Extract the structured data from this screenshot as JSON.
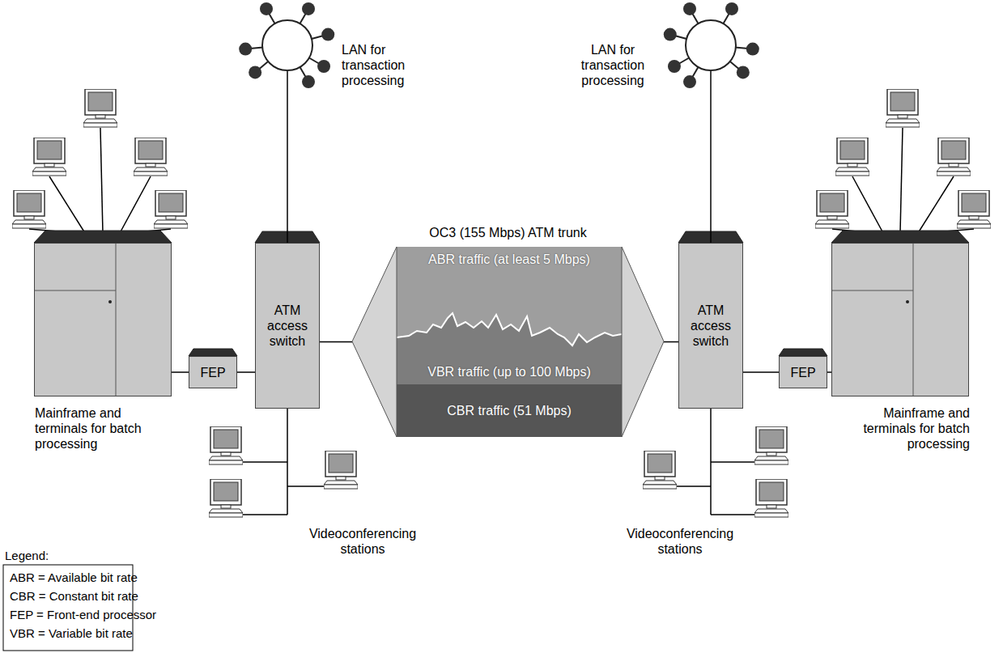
{
  "diagram": {
    "nodes": [
      {
        "text": [
          "LAN for transaction processing"
        ]
      },
      {
        "text": [
          "LAN for transaction processing"
        ]
      },
      {
        "text": [
          "OC3 (155 Mbps) ATM trunk"
        ]
      },
      {
        "text": [
          "ABR traffic (at least 5 Mbps)"
        ],
        "in": 2
      },
      {
        "text": [
          "VBR traffic (up to 100 Mbps)"
        ],
        "in": 2
      },
      {
        "text": [
          "CBR traffic (51 Mbps)"
        ],
        "in": 2
      },
      {
        "text": [
          "Mainframe and terminals for batch processing"
        ]
      },
      {
        "text": [
          "FEP"
        ]
      },
      {
        "text": [
          "ATM access switch"
        ]
      },
      {
        "text": [
          "ATM access switch"
        ]
      },
      {
        "text": [
          "FEP"
        ]
      },
      {
        "text": [
          "Mainframe and terminals for batch processing"
        ]
      },
      {
        "text": [
          "Videoconferencing stations"
        ]
      },
      {
        "text": [
          "Videoconferencing stations"
        ]
      }
    ],
    "edges": [
      {
        "from": 6,
        "to": 7,
        "arrow": "none"
      },
      {
        "from": 7,
        "to": 8,
        "arrow": "none"
      },
      {
        "from": 8,
        "to": 0,
        "arrow": "none"
      },
      {
        "from": 8,
        "to": 2,
        "arrow": "none"
      },
      {
        "from": 8,
        "to": 12,
        "arrow": "none"
      },
      {
        "from": 2,
        "to": 9,
        "arrow": "none"
      },
      {
        "from": 9,
        "to": 1,
        "arrow": "none"
      },
      {
        "from": 9,
        "to": 10,
        "arrow": "none"
      },
      {
        "from": 10,
        "to": 11,
        "arrow": "none"
      },
      {
        "from": 9,
        "to": 13,
        "arrow": "none"
      }
    ],
    "labels": [
      "Legend:"
    ],
    "legend": [
      {
        "text": "ABR = Available bit rate"
      },
      {
        "text": "CBR = Constant bit rate"
      },
      {
        "text": "FEP = Front-end processor"
      },
      {
        "text": "VBR = Variable bit rate"
      }
    ]
  }
}
